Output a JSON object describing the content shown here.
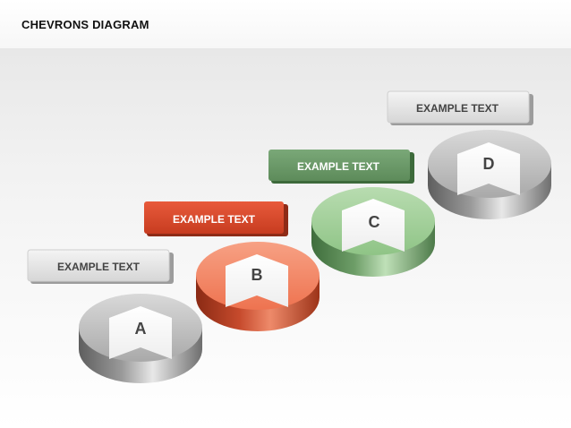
{
  "title": "CHEVRONS DIAGRAM",
  "steps": [
    {
      "letter": "A",
      "text": "EXAMPLE TEXT",
      "theme": "gray"
    },
    {
      "letter": "B",
      "text": "EXAMPLE TEXT",
      "theme": "red"
    },
    {
      "letter": "C",
      "text": "EXAMPLE TEXT",
      "theme": "green"
    },
    {
      "letter": "D",
      "text": "EXAMPLE TEXT",
      "theme": "gray"
    }
  ],
  "colors": {
    "red": "#e0462a",
    "green": "#6a9b6a",
    "gray": "#c9c9c9"
  }
}
